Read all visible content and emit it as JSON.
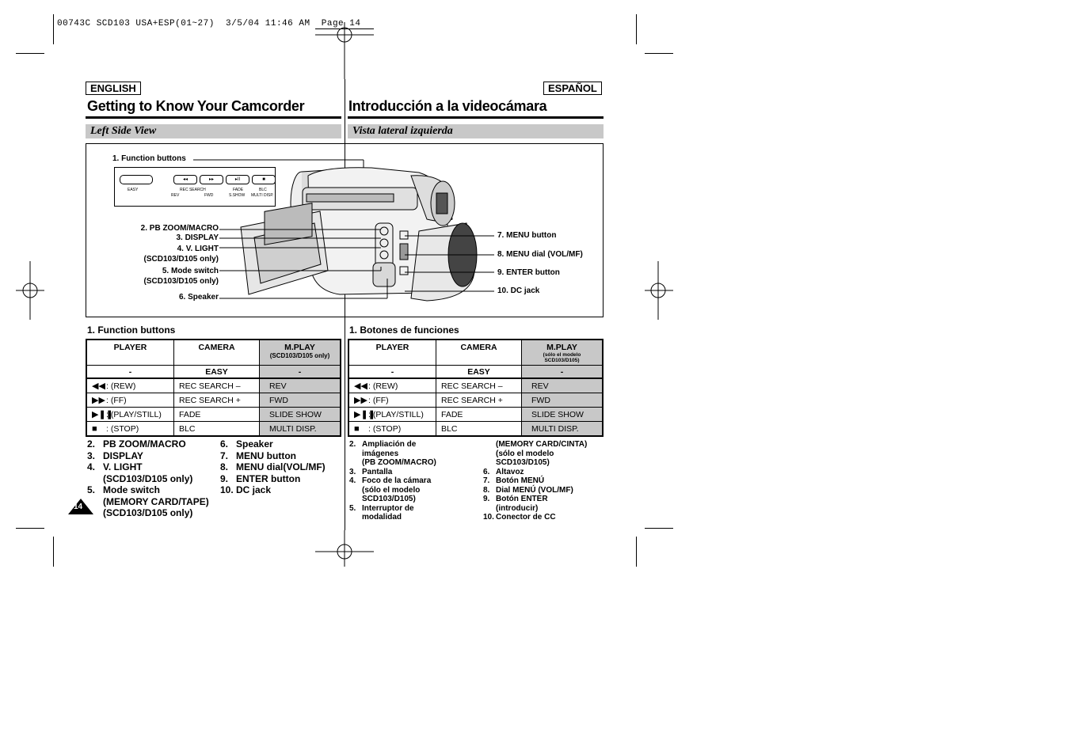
{
  "print_header": "00743C SCD103 USA+ESP(01~27)  3/5/04 11:46 AM  Page 14",
  "left": {
    "lang": "ENGLISH",
    "title": "Getting to Know Your Camcorder",
    "subtitle": "Left Side View",
    "section": "1.   Function buttons",
    "table": {
      "headers": [
        "PLAYER",
        "CAMERA",
        "M.PLAY"
      ],
      "mplay_note": "(SCD103/D105 only)",
      "sub": [
        "-",
        "EASY",
        "-"
      ],
      "rows": [
        {
          "icon": "rewind-icon",
          "player": ": (REW)",
          "camera": "REC SEARCH –",
          "mplay": "REV"
        },
        {
          "icon": "fast-forward-icon",
          "player": ": (FF)",
          "camera": "REC SEARCH +",
          "mplay": "FWD"
        },
        {
          "icon": "play-pause-icon",
          "player": ": (PLAY/STILL)",
          "camera": "FADE",
          "mplay": "SLIDE SHOW"
        },
        {
          "icon": "stop-icon",
          "player": ": (STOP)",
          "camera": "BLC",
          "mplay": "MULTI DISP."
        }
      ]
    },
    "list_col1": [
      {
        "n": "2.",
        "t": "PB ZOOM/MACRO"
      },
      {
        "n": "3.",
        "t": "DISPLAY"
      },
      {
        "n": "4.",
        "t": "V. LIGHT"
      },
      {
        "n": "",
        "t": "(SCD103/D105 only)"
      },
      {
        "n": "5.",
        "t": "Mode switch"
      },
      {
        "n": "",
        "t": "(MEMORY CARD/TAPE)"
      },
      {
        "n": "",
        "t": "(SCD103/D105 only)"
      }
    ],
    "list_col2": [
      {
        "n": "6.",
        "t": "Speaker"
      },
      {
        "n": "7.",
        "t": "MENU button"
      },
      {
        "n": "8.",
        "t": "MENU dial(VOL/MF)"
      },
      {
        "n": "9.",
        "t": "ENTER button"
      },
      {
        "n": "10.",
        "t": "DC jack"
      }
    ],
    "page_number": "14"
  },
  "right": {
    "lang": "ESPAÑOL",
    "title": "Introducción a la videocámara",
    "subtitle": "Vista lateral izquierda",
    "section": "1.   Botones de funciones",
    "table": {
      "headers": [
        "PLAYER",
        "CAMERA",
        "M.PLAY"
      ],
      "mplay_note": "(sólo el modelo SCD103/D105)",
      "sub": [
        "-",
        "EASY",
        "-"
      ],
      "rows": [
        {
          "icon": "rewind-icon",
          "player": ": (REW)",
          "camera": "REC SEARCH –",
          "mplay": "REV"
        },
        {
          "icon": "fast-forward-icon",
          "player": ": (FF)",
          "camera": "REC SEARCH +",
          "mplay": "FWD"
        },
        {
          "icon": "play-pause-icon",
          "player": ": (PLAY/STILL)",
          "camera": "FADE",
          "mplay": "SLIDE SHOW"
        },
        {
          "icon": "stop-icon",
          "player": ": (STOP)",
          "camera": "BLC",
          "mplay": "MULTI DISP."
        }
      ]
    },
    "list_col1": [
      {
        "n": "2.",
        "t": "Ampliación de"
      },
      {
        "n": "",
        "t": "imágenes"
      },
      {
        "n": "",
        "t": "(PB ZOOM/MACRO)"
      },
      {
        "n": "3.",
        "t": "Pantalla"
      },
      {
        "n": "4.",
        "t": "Foco de la cámara"
      },
      {
        "n": "",
        "t": "(sólo el modelo"
      },
      {
        "n": "",
        "t": "SCD103/D105)"
      },
      {
        "n": "5.",
        "t": "Interruptor de"
      },
      {
        "n": "",
        "t": "modalidad"
      }
    ],
    "list_col2_cont": [
      "(MEMORY CARD/CINTA)",
      "(sólo el modelo",
      "SCD103/D105)"
    ],
    "list_col2": [
      {
        "n": "6.",
        "t": "Altavoz"
      },
      {
        "n": "7.",
        "t": "Botón MENÚ"
      },
      {
        "n": "8.",
        "t": "Dial MENÚ (VOL/MF)"
      },
      {
        "n": "9.",
        "t": "Botón ENTER"
      },
      {
        "n": "",
        "t": "(introducir)"
      },
      {
        "n": "10.",
        "t": "Conector de CC"
      }
    ]
  },
  "diagram": {
    "callouts_left": [
      "1. Function buttons",
      "2. PB ZOOM/MACRO",
      "3. DISPLAY",
      "4. V. LIGHT",
      "(SCD103/D105 only)",
      "5. Mode switch",
      "(SCD103/D105 only)",
      "6. Speaker"
    ],
    "callouts_right": [
      "7. MENU button",
      "8. MENU dial (VOL/MF)",
      "9. ENTER button",
      "10. DC jack"
    ],
    "panel_labels": {
      "easy": "EASY",
      "rec_search": "REC SEARCH",
      "rev": "REV",
      "fwd": "FWD",
      "fade": "FADE",
      "sshow": "S.SHOW",
      "blc": "BLC",
      "multi": "MULTI DISP."
    }
  }
}
